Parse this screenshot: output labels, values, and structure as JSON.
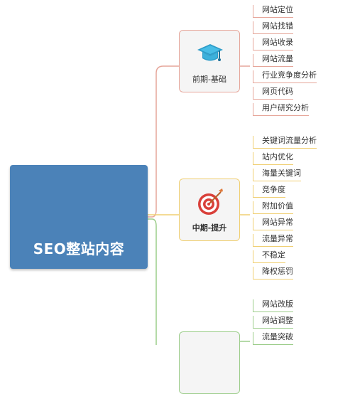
{
  "root": {
    "title": "SEO整站内容"
  },
  "branches": [
    {
      "label": "前期-基础",
      "icon": "graduation-cap-icon",
      "color": "#e6a69a",
      "items": [
        "网站定位",
        "网站找错",
        "网站收录",
        "网站流量",
        "行业竞争度分析",
        "网页代码",
        "用户研究分析"
      ]
    },
    {
      "label": "中期-提升",
      "icon": "target-icon",
      "color": "#f0cf72",
      "items": [
        "关键词流量分析",
        "站内优化",
        "海量关键词",
        "竞争度",
        "附加价值",
        "网站异常",
        "流量异常",
        "不稳定",
        "降权惩罚"
      ]
    },
    {
      "label": "",
      "icon": "",
      "color": "#9ccd8a",
      "items": [
        "网站改版",
        "网站调整",
        "流量突破"
      ]
    }
  ]
}
